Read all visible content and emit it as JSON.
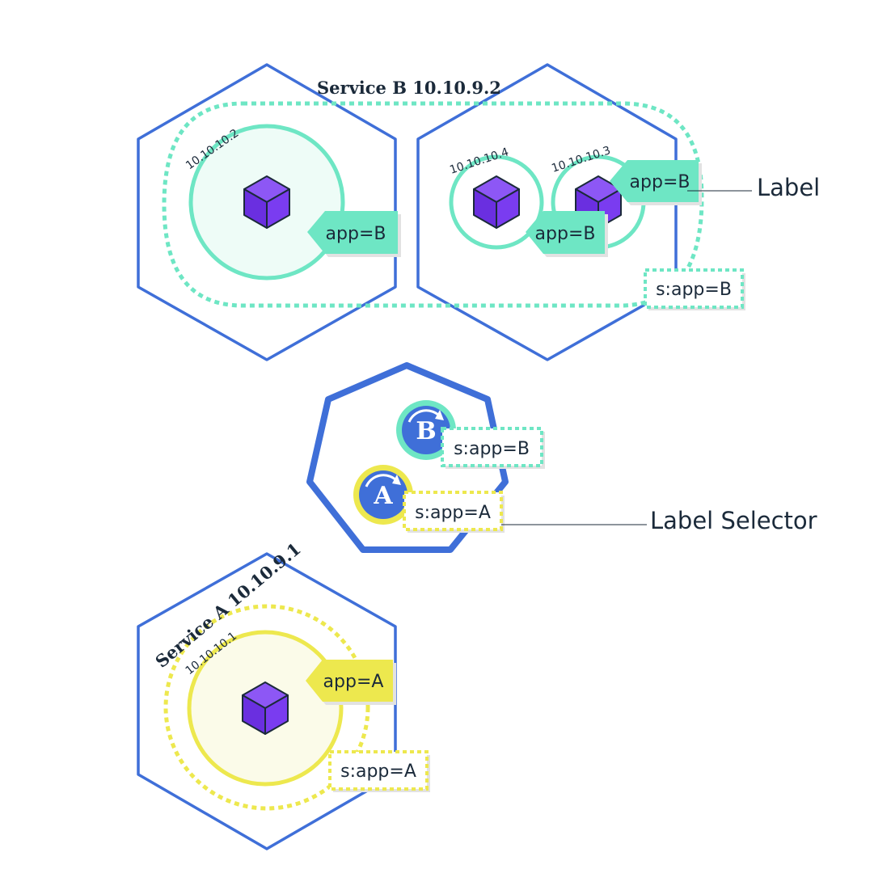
{
  "colors": {
    "node_blue": "#3f6fd8",
    "teal": "#6ee6c4",
    "teal_fill": "#eefcf7",
    "yellow": "#ede84e",
    "yellow_fill": "#fbfbe9",
    "cube_purple": "#7a3cf0",
    "text_dark": "#1b2a3a"
  },
  "service_b": {
    "title": "Service B 10.10.9.2",
    "selector": "s:app=B",
    "pods": [
      {
        "ip": "10.10.10.2",
        "label": "app=B"
      },
      {
        "ip": "10.10.10.4",
        "label": "app=B"
      },
      {
        "ip": "10.10.10.3",
        "label": "app=B"
      }
    ]
  },
  "service_a": {
    "title": "Service A  10.10.9.1",
    "selector": "s:app=A",
    "pods": [
      {
        "ip": "10.10.10.1",
        "label": "app=A"
      }
    ]
  },
  "control_plane": {
    "service_b_icon_letter": "B",
    "service_b_selector": "s:app=B",
    "service_a_icon_letter": "A",
    "service_a_selector": "s:app=A"
  },
  "callouts": {
    "label": "Label",
    "label_selector": "Label Selector"
  }
}
